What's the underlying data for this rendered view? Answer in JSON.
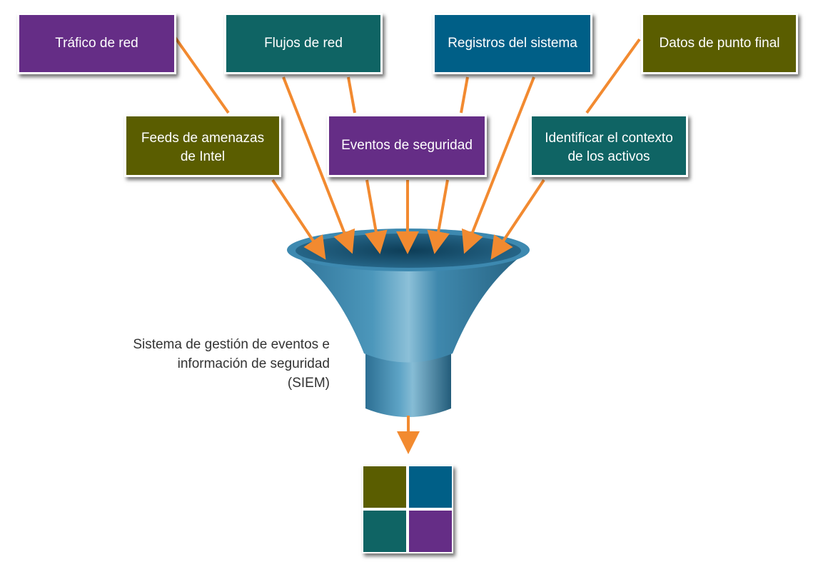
{
  "colors": {
    "purple": "#652d86",
    "teal": "#0f6464",
    "blue": "#005f87",
    "olive": "#5a5d00",
    "arrow": "#f28a30",
    "funnel": "#3b86ab"
  },
  "sources": {
    "trafico": "Tráfico de red",
    "flujos": "Flujos de red",
    "registros": "Registros del sistema",
    "datos": "Datos de punto final",
    "feeds": [
      "Feeds de amenazas",
      "de Intel"
    ],
    "eventos": "Eventos de seguridad",
    "contexto": [
      "Identificar el contexto",
      "de los activos"
    ]
  },
  "funnel_label": [
    "Sistema de gestión de eventos e",
    "información de seguridad",
    "(SIEM)"
  ]
}
